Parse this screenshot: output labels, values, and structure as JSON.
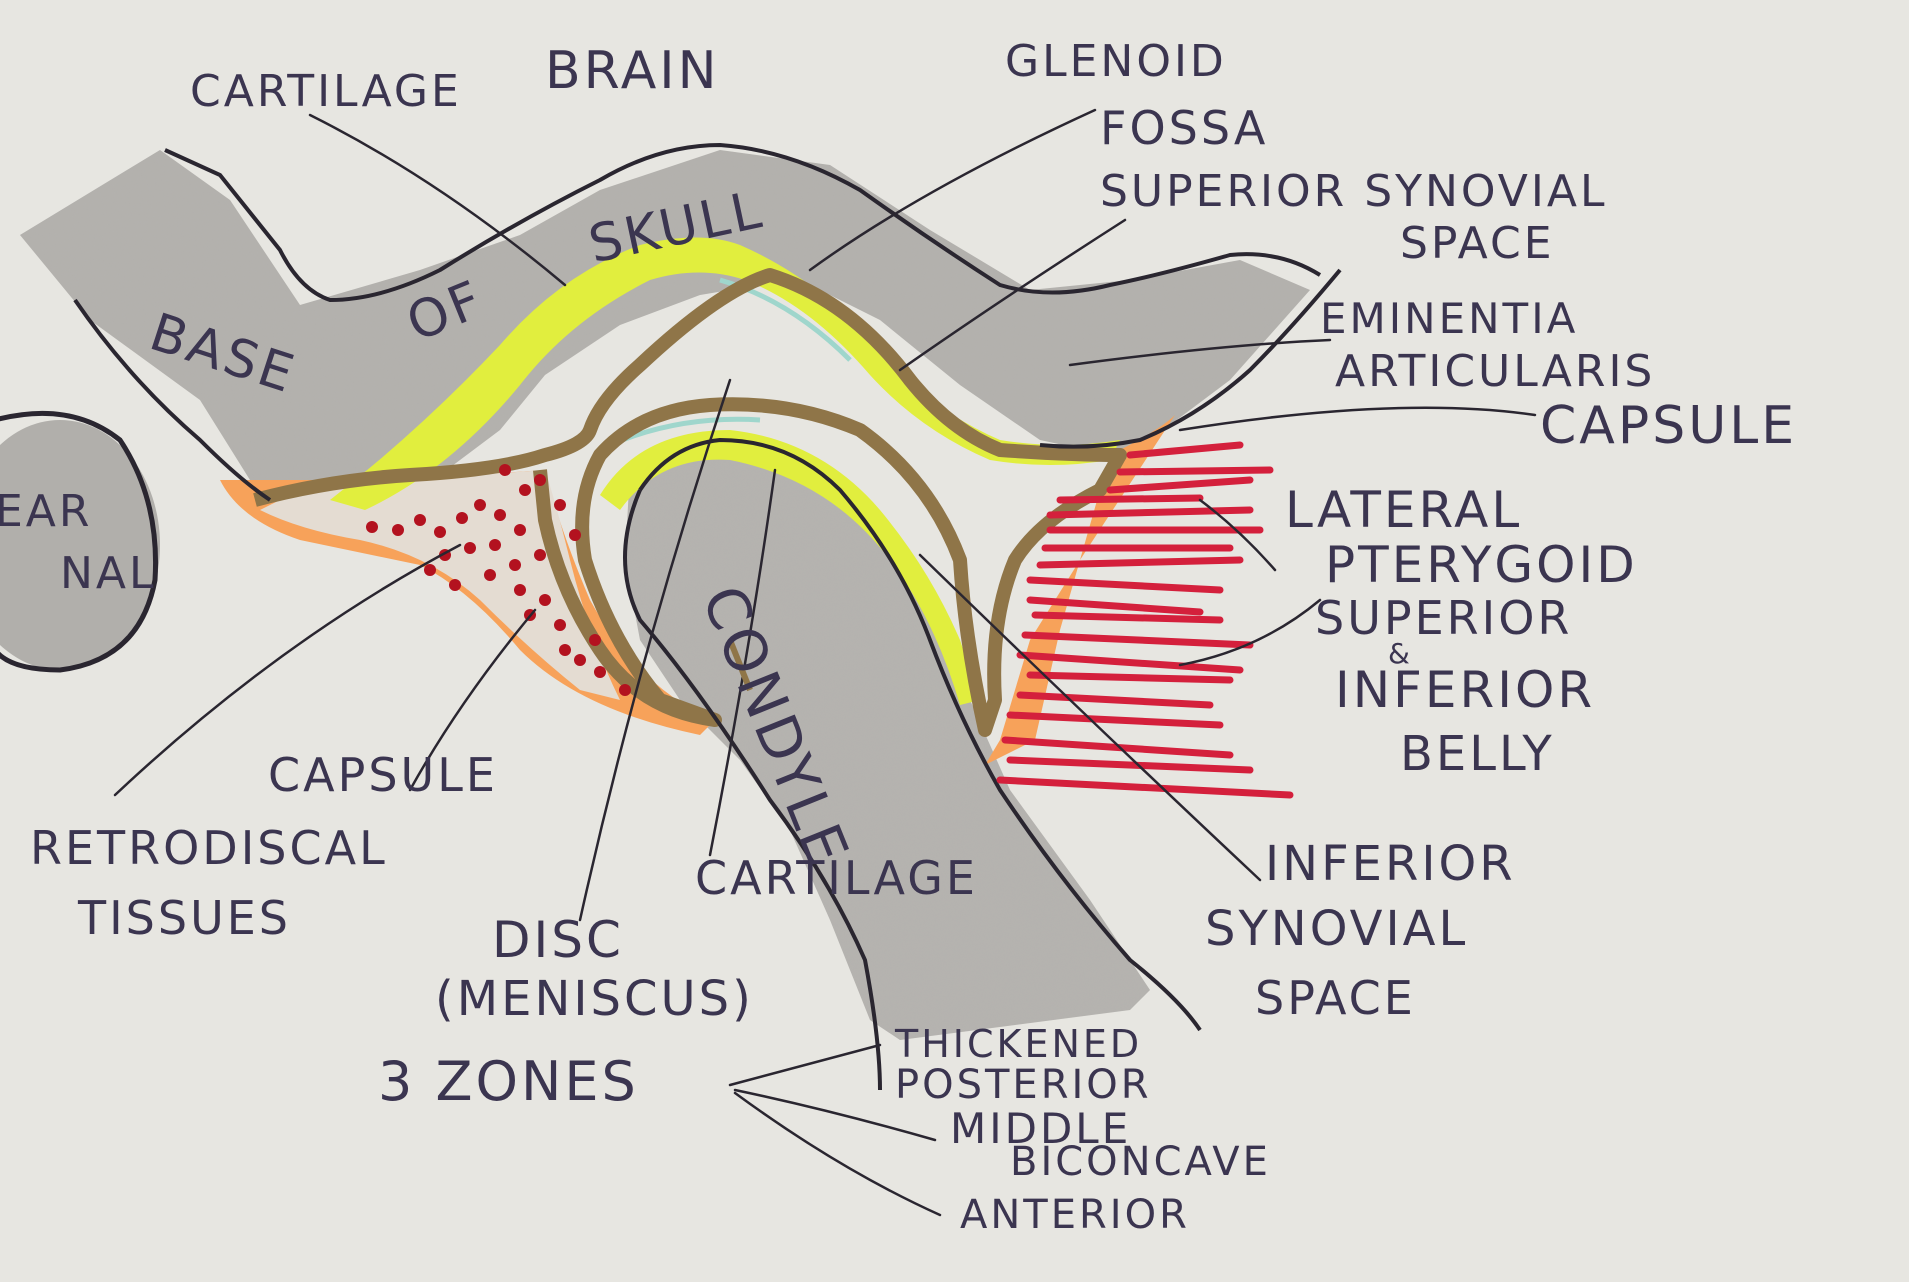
{
  "colors": {
    "paper": "#e7e6e1",
    "bone_gray": "#b1afab",
    "ink": "#2a2630",
    "label_ink": "#3b3550",
    "disc_brown": "#8f7548",
    "cartilage_yellow": "#e1ee3e",
    "capsule_orange": "#f7a25a",
    "muscle_red": "#d4203c",
    "retrodiscal_dots": "#b3121f",
    "synovial_teal": "#9fd6cc"
  },
  "labels": {
    "brain": "BRAIN",
    "glenoid": "GLENOID",
    "fossa": "FOSSA",
    "cartilage_top": "CARTILAGE",
    "superior_synovial": "SUPERIOR SYNOVIAL",
    "superior_space": "SPACE",
    "base": "BASE",
    "of": "OF",
    "skull": "SKULL",
    "eminentia": "EMINENTIA",
    "articularis": "ARTICULARIS",
    "capsule_right": "CAPSULE",
    "ear": "EAR",
    "canal_fragment": "NAL",
    "lateral": "LATERAL",
    "pterygoid": "PTERYGOID",
    "superior": "SUPERIOR",
    "ampersand": "&",
    "inferior": "INFERIOR",
    "belly": "BELLY",
    "condyle": "CONDYLE",
    "capsule_left": "CAPSULE",
    "retrodiscal": "RETRODISCAL",
    "tissues": "TISSUES",
    "cartilage_bottom": "CARTILAGE",
    "inferior_synovial": "INFERIOR",
    "synovial": "SYNOVIAL",
    "inferior_space": "SPACE",
    "disc": "DISC",
    "meniscus": "(MENISCUS)",
    "zones": "3 ZONES",
    "zone_thickened": "THICKENED",
    "zone_posterior": "POSTERIOR",
    "zone_middle": "MIDDLE",
    "zone_biconcave": "BICONCAVE",
    "zone_anterior": "ANTERIOR"
  }
}
